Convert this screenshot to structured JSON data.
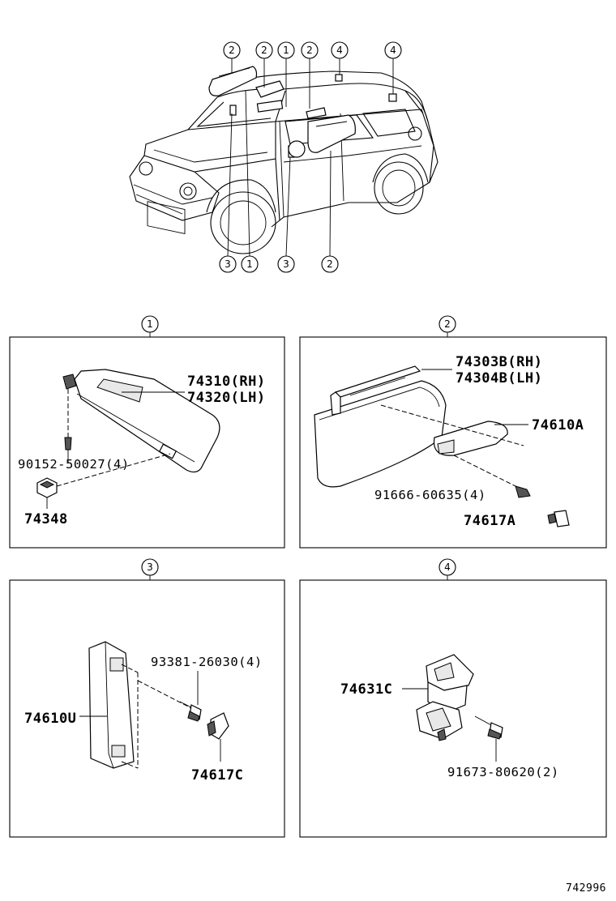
{
  "overview_callouts_top": [
    "2",
    "2",
    "1",
    "2",
    "4",
    "4"
  ],
  "overview_callouts_bottom": [
    "3",
    "1",
    "3",
    "2"
  ],
  "panels": [
    {
      "id": "1",
      "parts": [
        "74310(RH)",
        "74320(LH)",
        "90152-50027(4)",
        "74348"
      ]
    },
    {
      "id": "2",
      "parts": [
        "74303B(RH)",
        "74304B(LH)",
        "74610A",
        "91666-60635(4)",
        "74617A"
      ]
    },
    {
      "id": "3",
      "parts": [
        "93381-26030(4)",
        "74610U",
        "74617C"
      ]
    },
    {
      "id": "4",
      "parts": [
        "74631C",
        "91673-80620(2)"
      ]
    }
  ],
  "diagram_code": "742996"
}
